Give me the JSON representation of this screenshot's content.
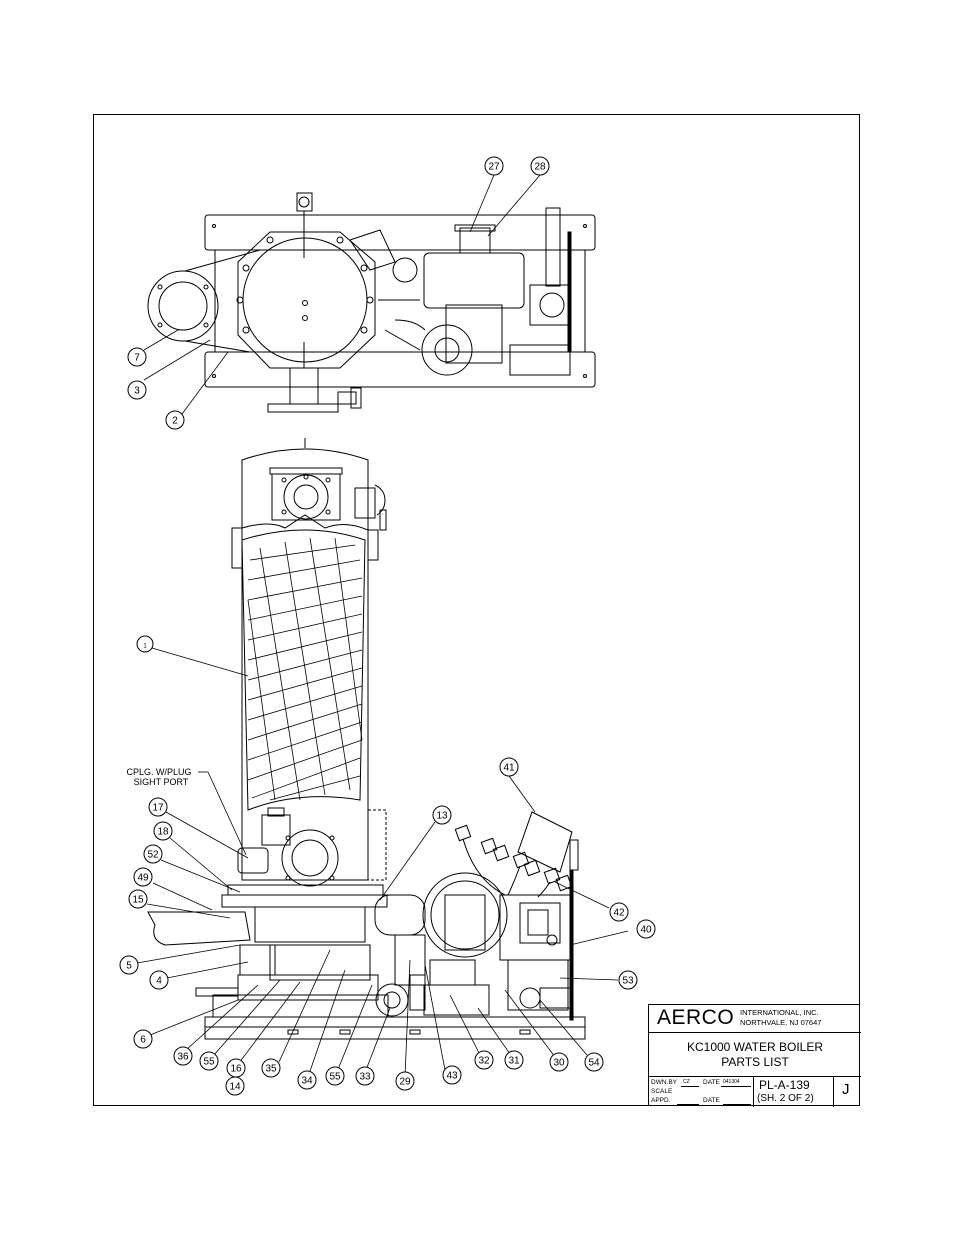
{
  "title_block": {
    "company": "AERCO",
    "address_line1": "INTERNATIONAL, INC.",
    "address_line2": "NORTHVALE, NJ   07647",
    "drawing_title_line1": "KC1000 WATER BOILER",
    "drawing_title_line2": "PARTS LIST",
    "drawn_by_label": "DWN.BY",
    "drawn_by_value": "CZ",
    "date_label": "DATE",
    "date_value": "041304",
    "scale_label": "SCALE",
    "appd_label": "APPD.",
    "date2_label": "DATE",
    "drawing_number": "PL-A-139",
    "sheet": "(SH. 2 OF 2)",
    "revision": "J"
  },
  "annotation": {
    "line1": "CPLG. W/PLUG",
    "line2": "SIGHT PORT"
  },
  "callouts": [
    "27",
    "28",
    "7",
    "3",
    "2",
    "1",
    "41",
    "17",
    "13",
    "18",
    "52",
    "49",
    "15",
    "42",
    "40",
    "5",
    "4",
    "53",
    "6",
    "36",
    "55",
    "16",
    "14",
    "35",
    "34",
    "55",
    "33",
    "29",
    "43",
    "32",
    "31",
    "30",
    "54"
  ]
}
